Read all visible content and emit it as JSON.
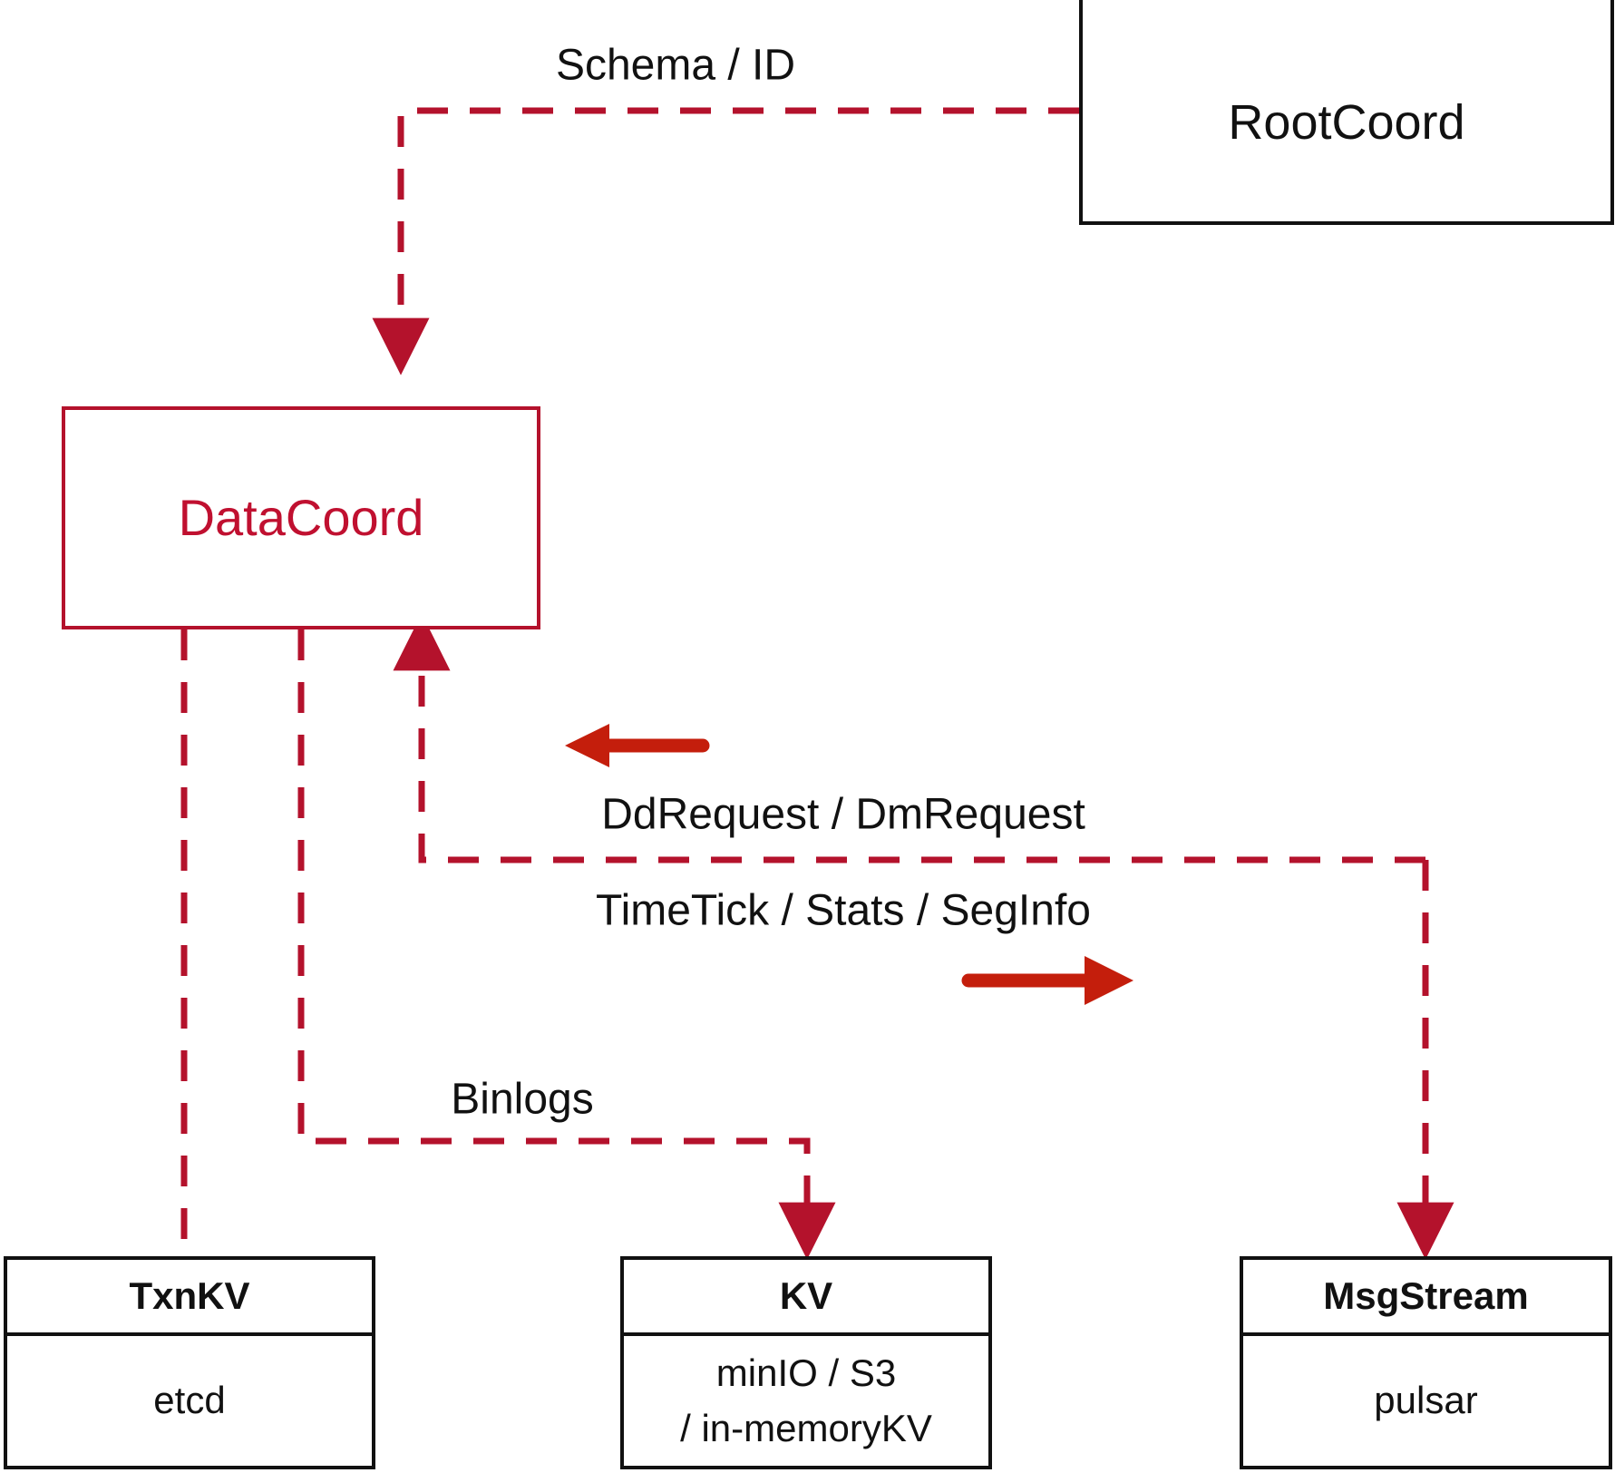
{
  "diagram": {
    "title": "DataCoord component interaction diagram",
    "colors": {
      "accent_red": "#b4122c",
      "arrow_red": "#c41e0c",
      "node_black": "#111111",
      "background": "#ffffff"
    }
  },
  "nodes": {
    "rootcoord": {
      "label": "RootCoord"
    },
    "datacoord": {
      "label": "DataCoord"
    },
    "txnkv": {
      "title": "TxnKV",
      "lines": [
        "etcd"
      ]
    },
    "kv": {
      "title": "KV",
      "lines": [
        "minIO / S3",
        "/ in-memoryKV"
      ]
    },
    "msgstream": {
      "title": "MsgStream",
      "lines": [
        "pulsar"
      ]
    }
  },
  "edges": [
    {
      "id": "schema-id",
      "label": "Schema / ID",
      "from": "rootcoord",
      "to": "datacoord",
      "style": "dashed",
      "arrow": true
    },
    {
      "id": "dd-dm-request",
      "label": "DdRequest / DmRequest",
      "from": "msgstream",
      "to": "datacoord",
      "style": "dashed",
      "arrow": true
    },
    {
      "id": "timetick-stats-seginfo",
      "label": "TimeTick / Stats / SegInfo",
      "from": "datacoord",
      "to": "msgstream",
      "style": "dashed",
      "arrow": true
    },
    {
      "id": "binlogs",
      "label": "Binlogs",
      "from": "datacoord",
      "to": "kv",
      "style": "dashed",
      "arrow": true
    },
    {
      "id": "txnkv-link",
      "label": "",
      "from": "datacoord",
      "to": "txnkv",
      "style": "dashed",
      "arrow": false
    }
  ],
  "direction_markers": [
    {
      "id": "inbound-marker",
      "direction": "left",
      "meaning": "DdRequest / DmRequest flows into DataCoord"
    },
    {
      "id": "outbound-marker",
      "direction": "right",
      "meaning": "TimeTick / Stats / SegInfo flows out of DataCoord"
    }
  ]
}
